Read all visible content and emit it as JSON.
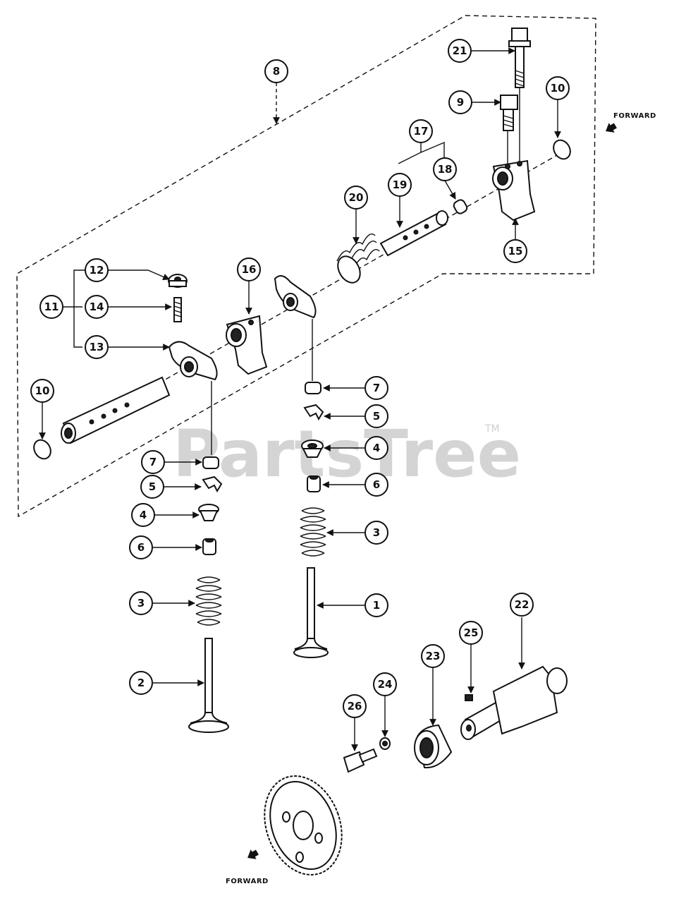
{
  "watermark": {
    "text": "PartsTree",
    "tm": "TM"
  },
  "direction_labels": {
    "top_right": "FORWARD",
    "bottom_left": "FORWARD"
  },
  "callouts": [
    "8",
    "21",
    "9",
    "10",
    "17",
    "18",
    "19",
    "20",
    "15",
    "12",
    "11",
    "14",
    "13",
    "16",
    "10",
    "7",
    "5",
    "4",
    "6",
    "7",
    "5",
    "4",
    "6",
    "3",
    "3",
    "1",
    "2",
    "22",
    "25",
    "23",
    "24",
    "26"
  ]
}
